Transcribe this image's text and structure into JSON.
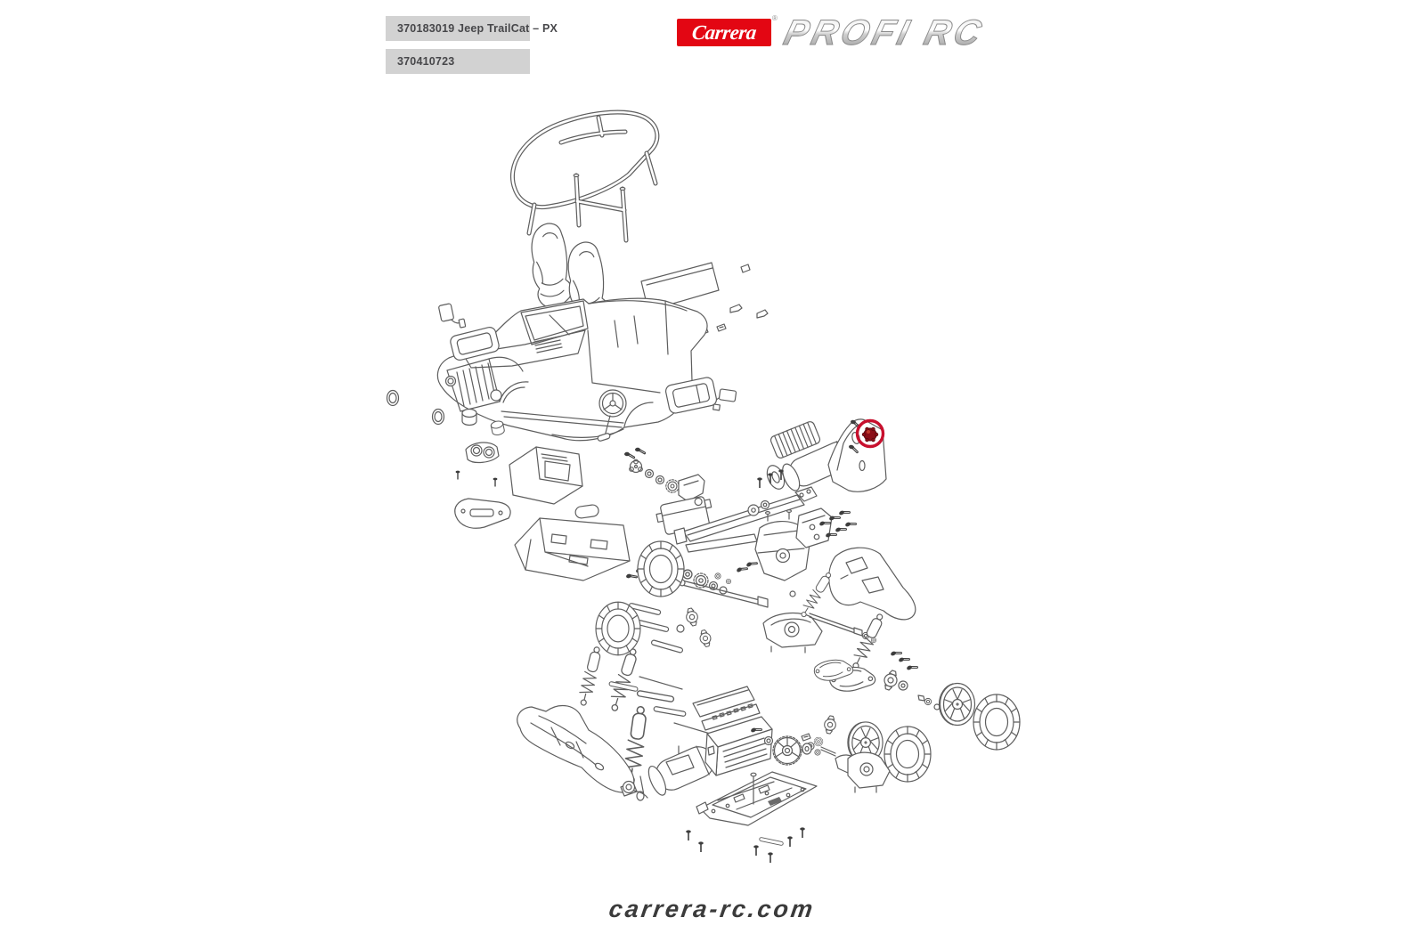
{
  "page": {
    "background": "#ffffff"
  },
  "header": {
    "part_labels": [
      {
        "text": "370183019 Jeep TrailCat – PX"
      },
      {
        "text": "370410723"
      }
    ],
    "brand": {
      "logo_text": "Carrera",
      "registered_mark": "®",
      "series_text": "PROFI RC",
      "logo_bg_color": "#e30613",
      "logo_text_color": "#ffffff",
      "series_outline_color": "#8c8c8c"
    }
  },
  "diagram": {
    "type": "exploded-parts-drawing",
    "subject": "Carrera Profi RC Jeep TrailCat",
    "line_color": "#5e5e5e",
    "highlight": {
      "shape": "circle",
      "color": "#c8102e",
      "highlighted_part": "motor-pinion-gear",
      "part_fill_color": "#8b0d17"
    },
    "parts": [
      "roll-cage",
      "roll-bar-posts",
      "driver-seat",
      "passenger-seat",
      "rear-window-panel",
      "body-shell",
      "windshield",
      "grille",
      "side-mirror-left",
      "side-mirror-right",
      "window-panel-left",
      "window-panel-right",
      "headlight-lens",
      "fog-lamp-lens",
      "headlight-pod",
      "steering-wheel",
      "dashboard",
      "front-bumper-insert",
      "interior-tub",
      "motor-heatsink",
      "motor",
      "motor-end-cap",
      "motor-mount-bracket",
      "motor-pinion-gear",
      "servo-horn",
      "servo",
      "steering-linkage",
      "top-deck-brace",
      "gearbox-housing",
      "rear-bulkhead",
      "transmission-case",
      "center-driveshaft",
      "bevel-gear-set",
      "shock-tower-brace",
      "shock-absorber",
      "coil-spring",
      "suspension-wishbone",
      "steering-knuckle",
      "wheel-rim",
      "tire",
      "axle-rod",
      "turnbuckle-rod",
      "front-skid-plate",
      "battery-pack",
      "esc-cover",
      "receiver-pcb",
      "esc-unit",
      "spur-gear",
      "rear-gearbox",
      "chassis-plate",
      "screws"
    ]
  },
  "footer": {
    "website": "carrera-rc.com",
    "color": "#3b3b3b"
  }
}
